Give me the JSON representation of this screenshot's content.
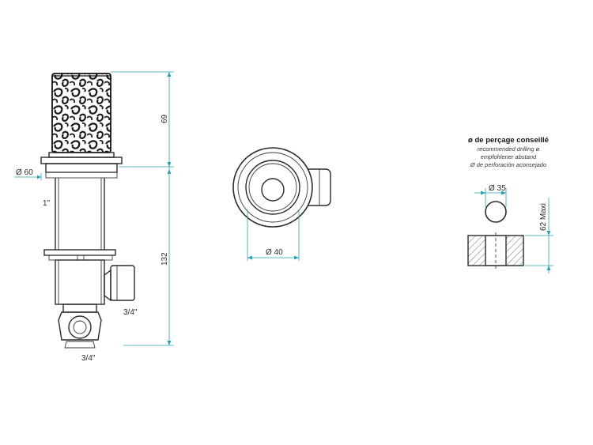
{
  "front_view": {
    "dim_height_top": "69",
    "dim_height_body": "132",
    "dim_diameter": "Ø 60",
    "label_thread_top": "1\"",
    "label_thread_side": "3/4\"",
    "label_thread_bottom": "3/4\""
  },
  "top_view": {
    "dim_diameter": "Ø 40"
  },
  "drilling_note": {
    "title": "ø de perçage conseillé",
    "line_en": "recommended drilling ø",
    "line_de": "empfohlener abstand",
    "line_es": "Ø de perforación aconsejado",
    "dim_diameter": "Ø 35",
    "dim_thickness": "62 Maxi"
  },
  "colors": {
    "ink": "#2b2b2b",
    "dimension": "#2aa3b3"
  }
}
